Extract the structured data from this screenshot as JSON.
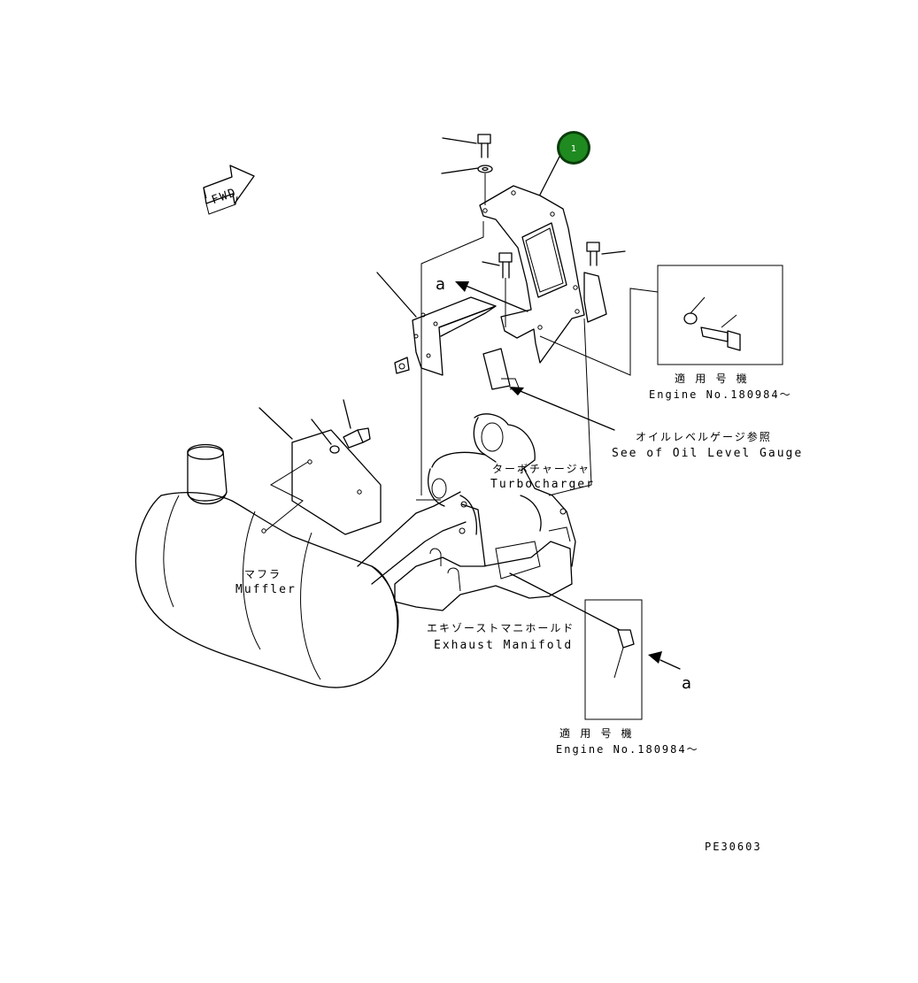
{
  "diagram": {
    "callout_badge": {
      "number": "1",
      "fill": "#1f8a1f",
      "ring": "#0b3d0b"
    },
    "fwd_arrow": "FWD",
    "labels": {
      "view_a_top": "a",
      "view_a_bottom": "a",
      "engine_applicable_top_jp": "適 用 号 機",
      "engine_applicable_top_en": "Engine No.180984～",
      "oil_gauge_jp": "オイルレベルゲージ参照",
      "oil_gauge_en": "See of Oil Level Gauge",
      "turbo_jp": "ターボチャージャ",
      "turbo_en": "Turbocharger",
      "muffler_jp": "マフラ",
      "muffler_en": "Muffler",
      "manifold_jp": "エキゾーストマニホールド",
      "manifold_en": "Exhaust Manifold",
      "engine_applicable_bottom_jp": "適 用 号 機",
      "engine_applicable_bottom_en": "Engine No.180984～",
      "drawing_code": "PE30603"
    }
  }
}
